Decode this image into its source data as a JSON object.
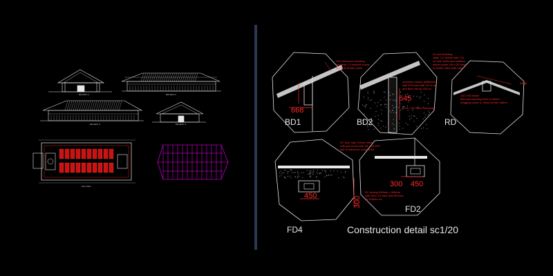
{
  "left_panel": {
    "elevations": [
      {
        "caption": "Elevation 1"
      },
      {
        "caption": "Elevation 2"
      },
      {
        "caption": "Elevation 3"
      },
      {
        "caption": "Elevation 4"
      }
    ],
    "floor_plan_caption": "Floor Plan"
  },
  "right_panel": {
    "title": "Construction detail sc1/20",
    "details": [
      {
        "id": "BD1",
        "dims": [
          "668"
        ],
        "notes": [
          "2x5 reinforced sheeting",
          "roof with 1:3 cement mortar",
          "2x4 x 50 timber purlin"
        ]
      },
      {
        "id": "BD2",
        "dims": [
          "645"
        ],
        "notes": [
          "concrete column (stiffened)",
          "with 4T8 bars with 2% vt bar",
          "and 8mm dia @ 450 c/c",
          "2x4 x 50 rafters (vertical)"
        ]
      },
      {
        "id": "RD",
        "dims": [],
        "notes": [
          "GI roof sheeting",
          "rafter 7x7 timber with T12",
          "on both sides and webbed",
          "timber purlin 100 x 50 binds",
          "to timber rafter with nails",
          "Ridge",
          "150 x 50 timber",
          "Mat wall sheeting fixed in timber",
          "dragging under or below timber rafters"
        ]
      },
      {
        "id": "FD4",
        "dims": [
          "450",
          "300"
        ],
        "notes": []
      },
      {
        "id": "FD2",
        "dims": [
          "300",
          "450"
        ],
        "notes": [
          "RC floor slab 100mm thick",
          "with grid mesh wire 6/6 and DPC",
          "laid on hardcore compacted",
          "RC footing 450mm x 300mm",
          "with 4No.T12 bars and R8 links",
          "@ 200mm c/c"
        ]
      }
    ]
  },
  "colors": {
    "background": "#000000",
    "divider": "#2b3950",
    "linework": "#e8e8e8",
    "annotation": "#ff2a2a",
    "hatch_magenta": "#ff00ff",
    "seat_red": "#cc1111"
  }
}
